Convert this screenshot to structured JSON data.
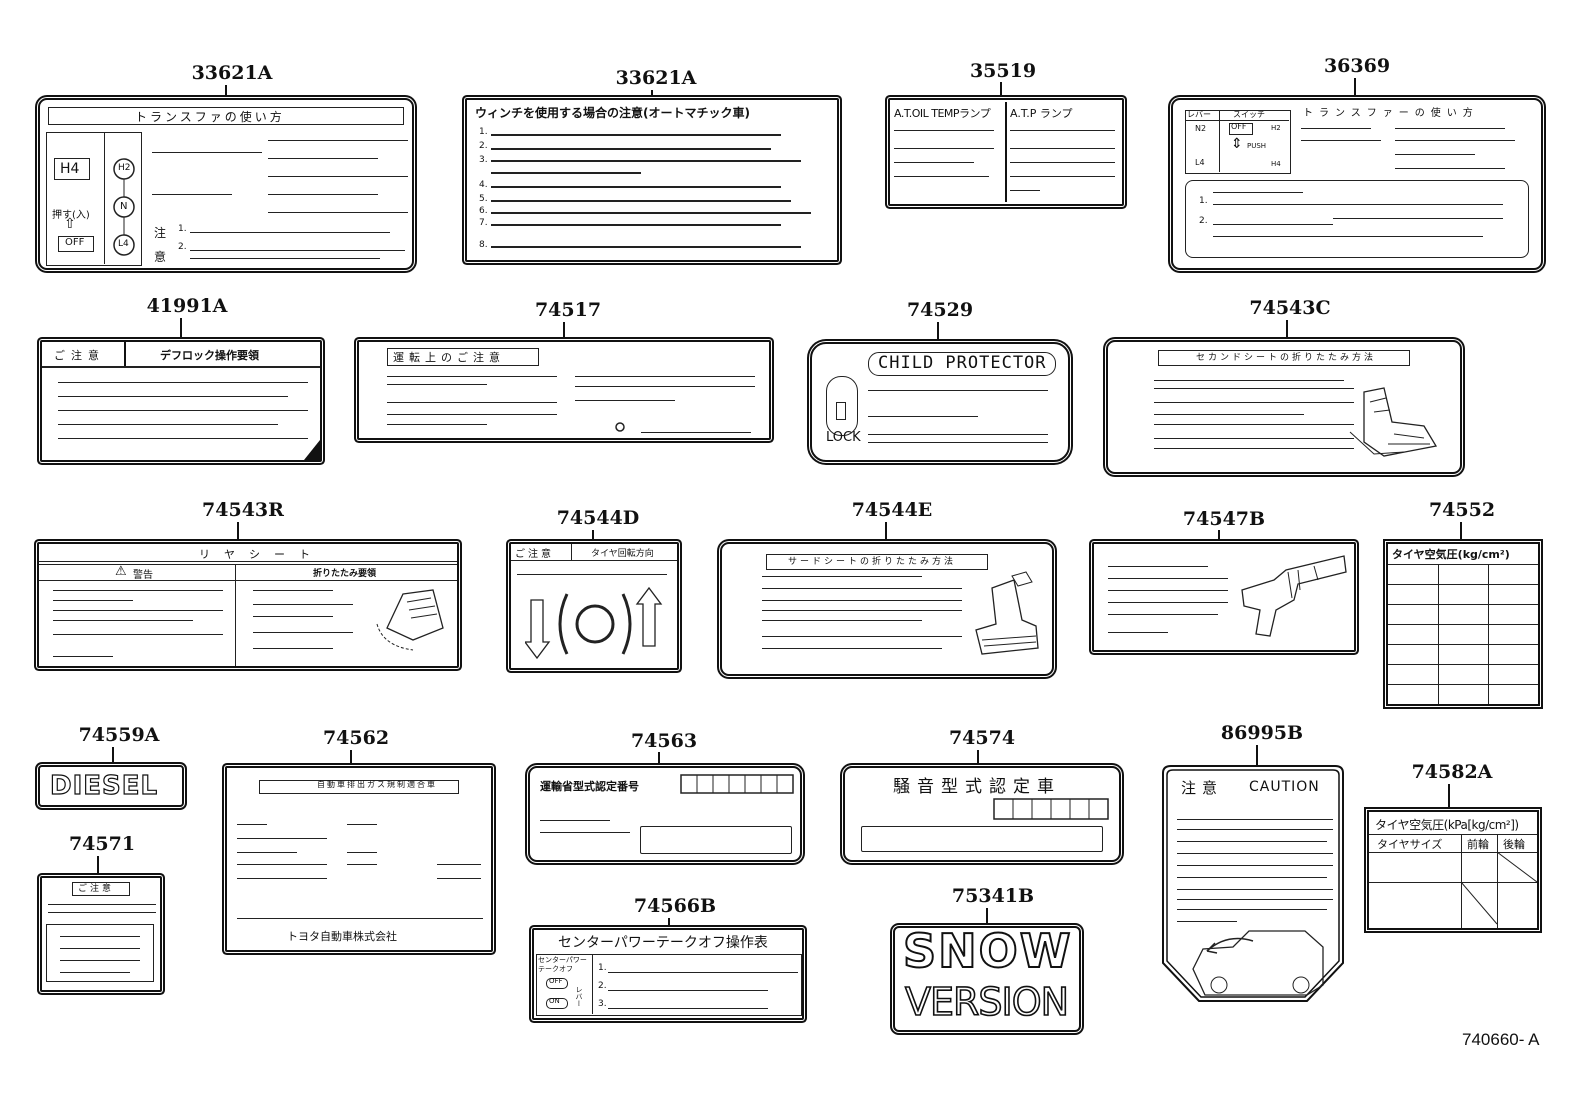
{
  "parts": {
    "p1": "33621A",
    "p2": "33621A",
    "p3": "35519",
    "p4": "36369",
    "p5": "41991A",
    "p6": "74517",
    "p7": "74529",
    "p8": "74543C",
    "p9": "74543R",
    "p10": "74544D",
    "p11": "74544E",
    "p12": "74547B",
    "p13": "74552",
    "p14": "74559A",
    "p15": "74562",
    "p16": "74563",
    "p17": "74574",
    "p18": "86995B",
    "p19": "74571",
    "p20": "74566B",
    "p21": "75341B",
    "p22": "74582A"
  },
  "labels": {
    "l1_title": "トランスファの使い方",
    "l1_h4": "H4",
    "l1_push": "押す(入)",
    "l1_off": "OFF",
    "l1_h2": "H2",
    "l1_n": "N",
    "l1_l4": "L4",
    "l1_chu": "注",
    "l1_i": "意",
    "l2_title": "ウィンチを使用する場合の注意(オートマチック車)",
    "l3_a": "A.T.OIL TEMPランプ",
    "l3_b": "A.T.P ランプ",
    "l4_title": "トランスファーの使い方",
    "l4_lever": "レバー",
    "l4_switch": "スイッチ",
    "l4_off": "OFF",
    "l4_push": "PUSH",
    "l4_n2": "N2",
    "l4_l4": "L4",
    "l4_h2": "H2",
    "l4_h4": "H4",
    "l5_a": "ご注意",
    "l5_b": "デフロック操作要領",
    "l6_title": "運転上のご注意",
    "l7_title": "CHILD PROTECTOR",
    "l7_lock": "LOCK",
    "l8_title": "セカンドシートの折りたたみ方法",
    "l9_title": "リヤシート",
    "l9_warn": "警告",
    "l9_fold": "折りたたみ要領",
    "l10_a": "ご注意",
    "l10_b": "タイヤ回転方向",
    "l11_title": "サードシートの折りたたみ方法",
    "l13_title": "タイヤ空気圧(kg/cm²)",
    "l14_text": "DIESEL",
    "l15_head": "自動車排出ガス規制適合車",
    "l15_foot": "トヨタ自動車株式会社",
    "l16_title": "運輸省型式認定番号",
    "l17_title": "騒音型式認定車",
    "l18_a": "注意",
    "l18_b": "CAUTION",
    "l19_title": "ご注意",
    "l20_title": "センターパワーテークオフ操作表",
    "l20_side": "センターパワーテークオフ",
    "l20_off": "OFF",
    "l20_on": "ON",
    "l20_lever": "レバー",
    "l21_a": "SNOW",
    "l21_b": "VERSION",
    "l22_title": "タイヤ空気圧(kPa[kg/cm²])",
    "l22_size": "タイヤサイズ",
    "l22_front": "前輪",
    "l22_rear": "後輪",
    "n1": "1.",
    "n2": "2.",
    "n3": "3.",
    "n4": "4.",
    "n5": "5.",
    "n6": "6.",
    "n7": "7.",
    "n8": "8."
  },
  "drawing_ref": "740660- A"
}
